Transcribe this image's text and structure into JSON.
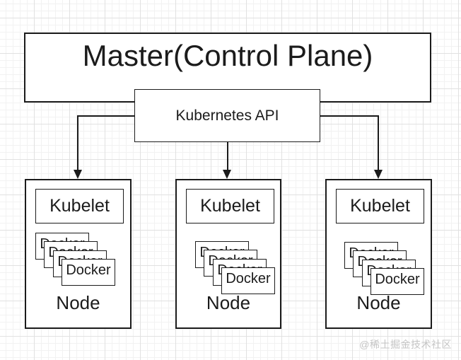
{
  "colors": {
    "bg": "#ffffff",
    "box_fill": "#ffffff",
    "line": "#1b1b1b",
    "grid_minor": "#f2f2f2",
    "grid_major": "#e1e1e1",
    "watermark": "#c5c5c5"
  },
  "diagram": {
    "master_label": "Master(Control Plane)",
    "api_label": "Kubernetes API",
    "nodes": [
      {
        "kubelet_label": "Kubelet",
        "docker_label": "Docker",
        "node_label": "Node"
      },
      {
        "kubelet_label": "Kubelet",
        "docker_label": "Docker",
        "node_label": "Node"
      },
      {
        "kubelet_label": "Kubelet",
        "docker_label": "Docker",
        "node_label": "Node"
      }
    ],
    "watermark": "@稀土掘金技术社区"
  }
}
